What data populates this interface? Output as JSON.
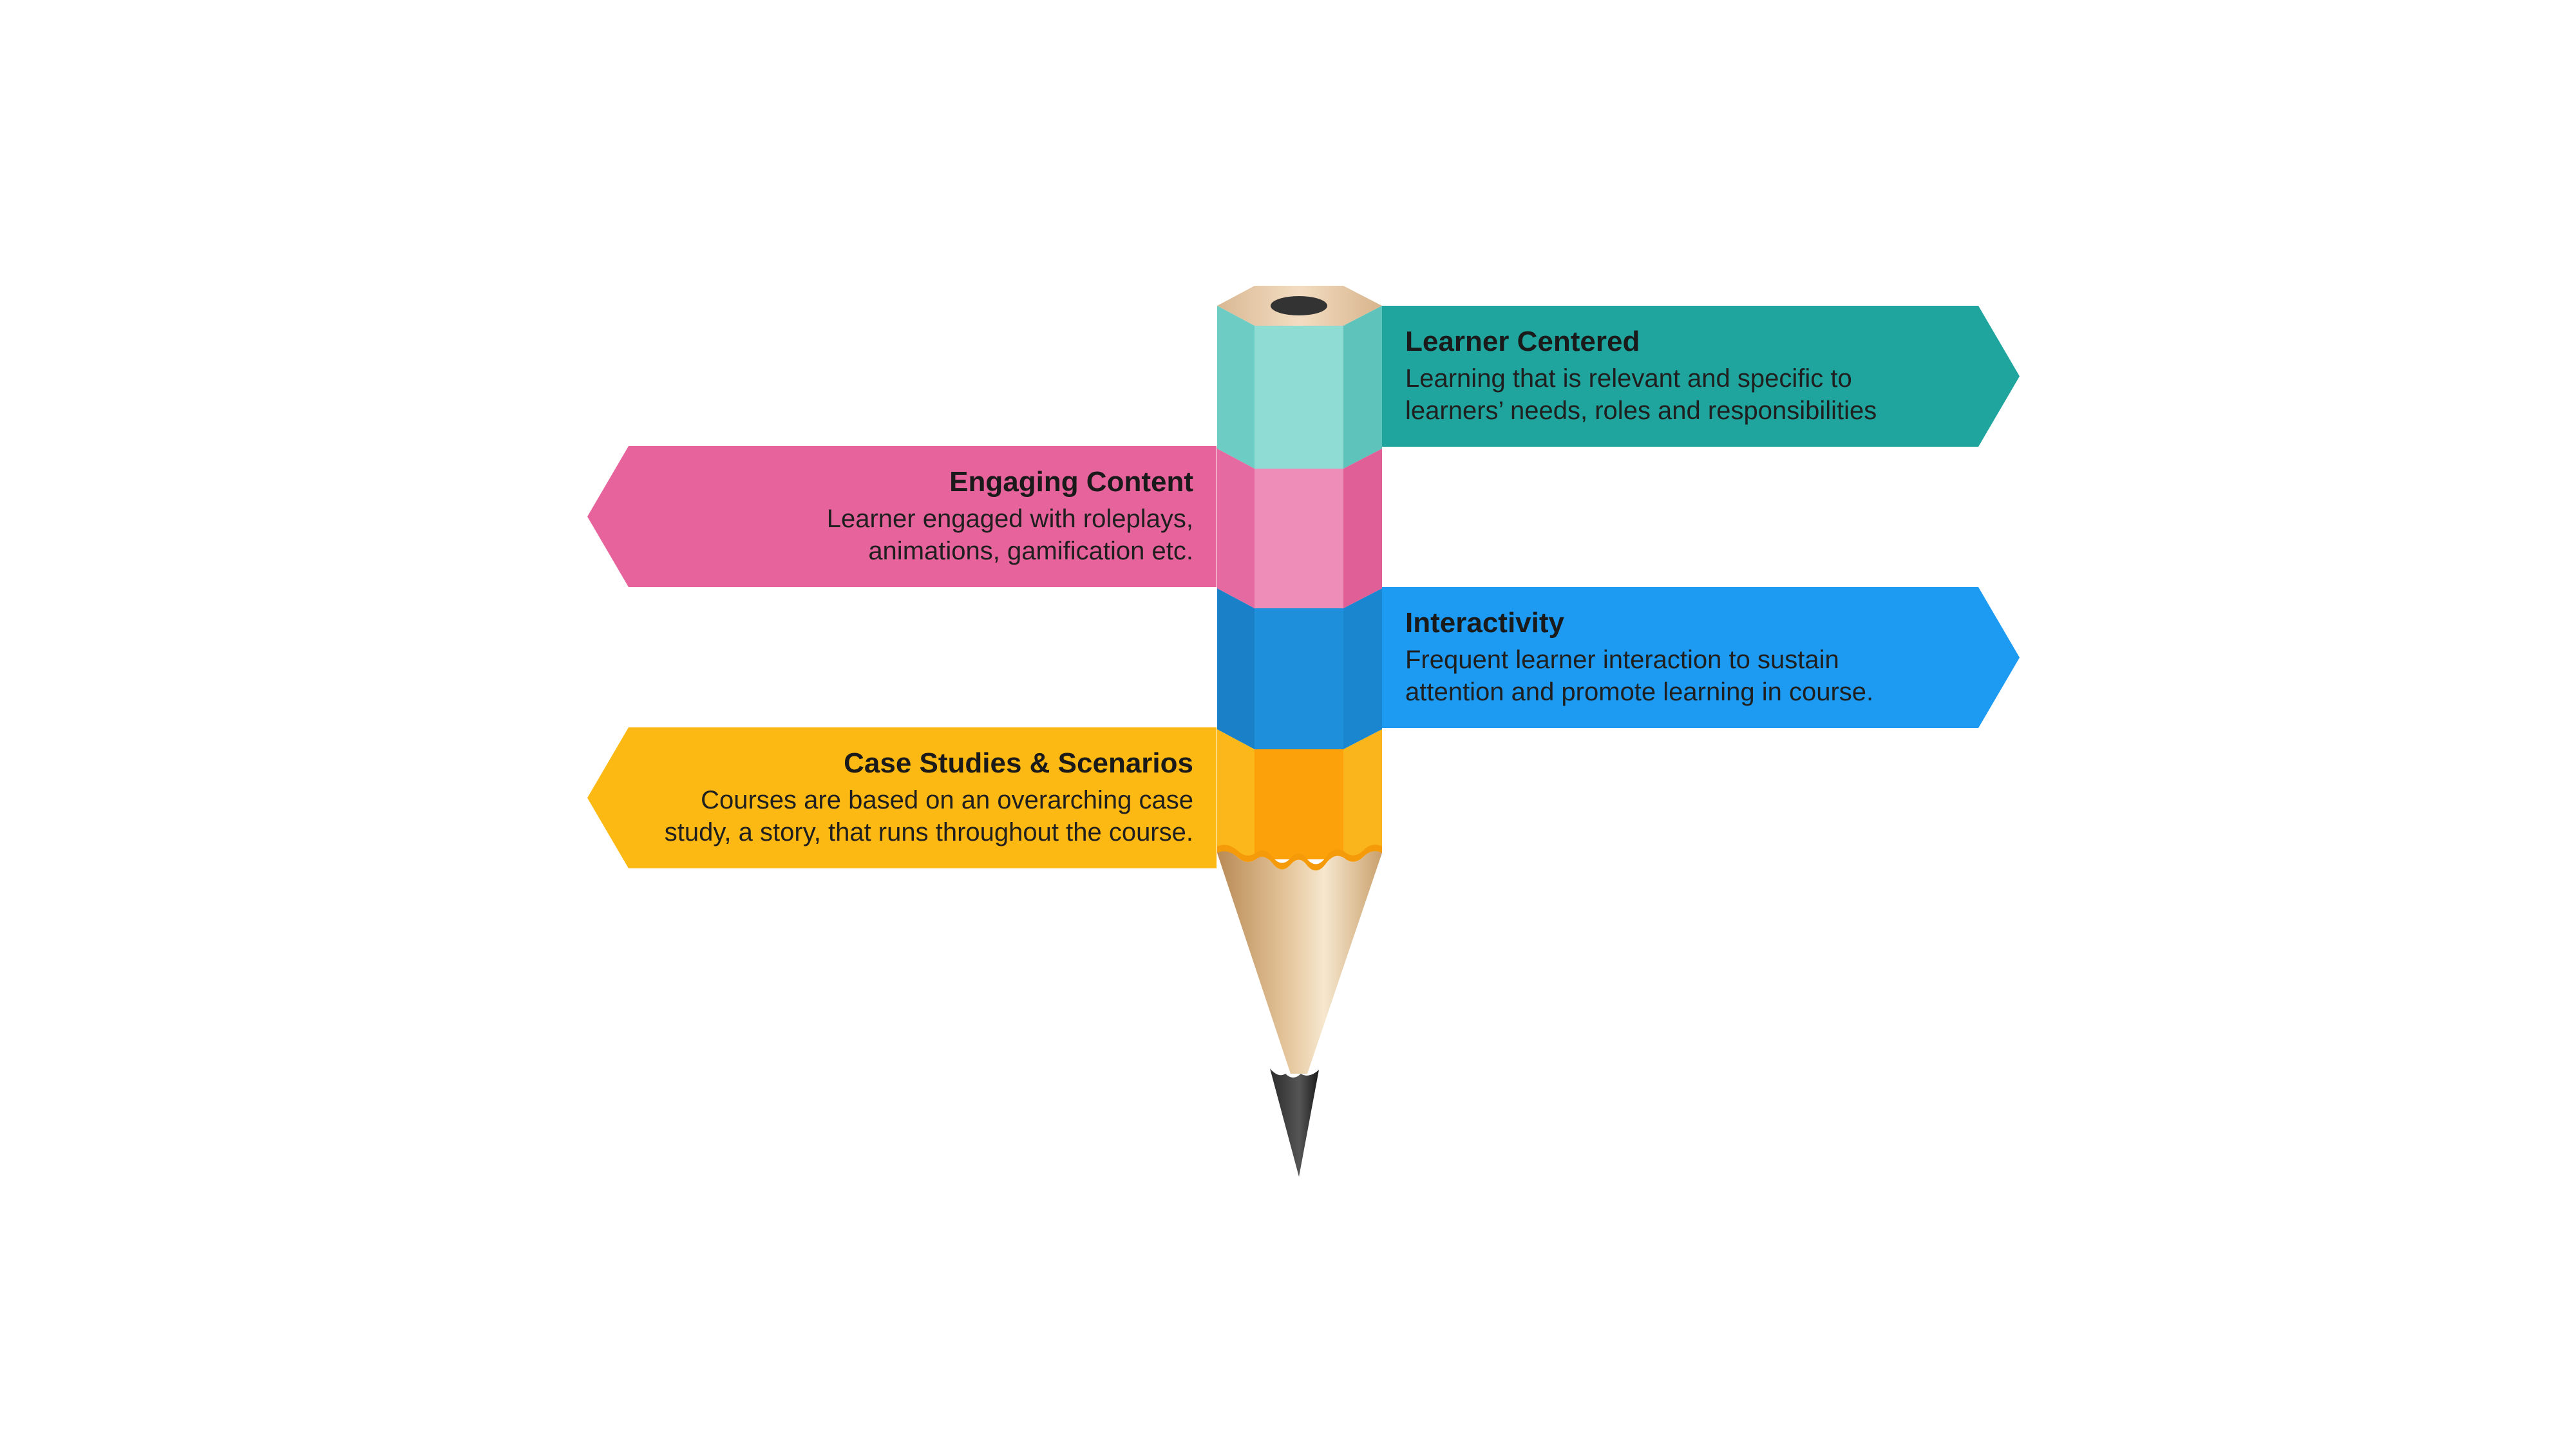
{
  "items": [
    {
      "title": "Learner Centered",
      "line1": "Learning that is relevant and specific to",
      "line2": "learners’ needs, roles and responsibilities",
      "color": "#1fa59d"
    },
    {
      "title": "Engaging Content",
      "line1": "Learner engaged with roleplays,",
      "line2": "animations, gamification etc.",
      "color": "#e6639b"
    },
    {
      "title": "Interactivity",
      "line1": "Frequent learner interaction to sustain",
      "line2": "attention and promote learning in course.",
      "color": "#1d9af1"
    },
    {
      "title": "Case Studies & Scenarios",
      "line1": "Courses are based on an overarching case",
      "line2": "study, a story, that runs throughout the course.",
      "color": "#fdb913"
    }
  ]
}
